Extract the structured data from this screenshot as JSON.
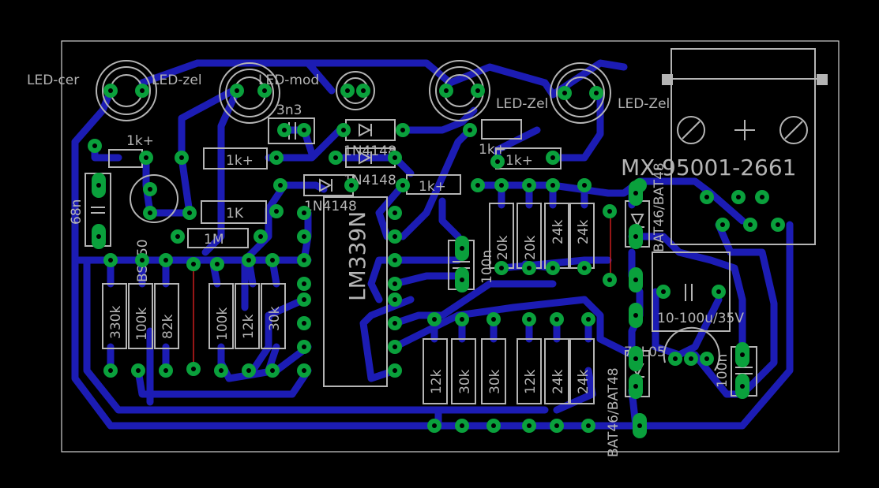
{
  "labels": {
    "led_cer": "LED-cer",
    "led_zel_1": "LED-zel",
    "led_mod": "LED-mod",
    "led_zel_2": "LED-Zel",
    "led_zel_3": "LED-Zel",
    "c_3n3": "3n3",
    "d_1n4148_a": "1N4148",
    "d_1n4148_b": "1N4148",
    "d_1n4148_c": "1N4148",
    "r_1kplus_a": "1k+",
    "r_1kplus_b": "1k+",
    "r_1kplus_c": "1k+",
    "r_1kplus_d": "1k+",
    "r_1kplus_e": "1k+",
    "r_1k": "1K",
    "r_1m": "1M",
    "c_68n": "68n",
    "t_bs250": "BS250",
    "ic_lm339": "LM339N",
    "c_100n_a": "100n",
    "c_100n_b": "100n",
    "connector": "MX-95001-2661",
    "d_bat_a": "BAT46/BAT48",
    "d_bat_b": "BAT46/BAT48",
    "elcap": "10-100u/35V",
    "vreg": "78L05",
    "r_330k": "330k",
    "r_100k_a": "100k",
    "r_82k": "82k",
    "r_100k_b": "100k",
    "r_12k_a": "12k",
    "r_30k_a": "30k",
    "r_20k_a": "20k",
    "r_20k_b": "20k",
    "r_24k_a": "24k",
    "r_24k_b": "24k",
    "r_12k_b": "12k",
    "r_30k_b": "30k",
    "r_30k_c": "30k",
    "r_12k_c": "12k",
    "r_24k_c": "24k",
    "r_24k_d": "24k"
  },
  "colors": {
    "background": "#000000",
    "copper_trace": "#1c1cb4",
    "pad": "#0aa03c",
    "silkscreen": "#b4b4b4",
    "board_outline": "#d0d0d0"
  }
}
